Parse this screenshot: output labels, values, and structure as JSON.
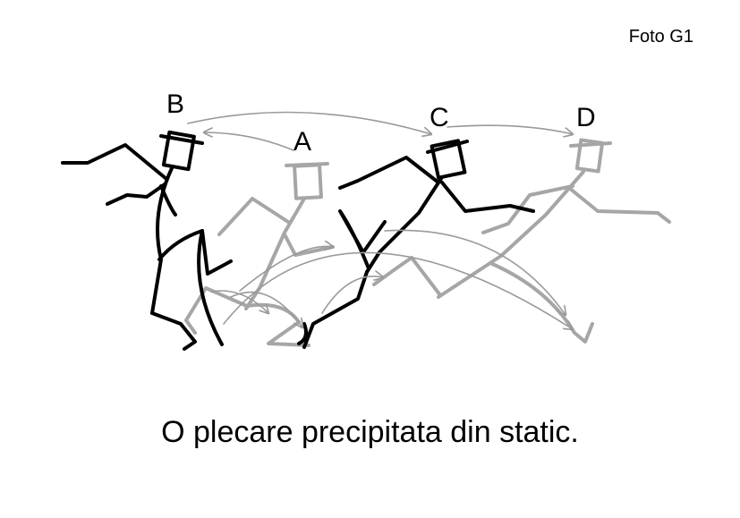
{
  "photo_id": "Foto G1",
  "labels": {
    "a": "A",
    "b": "B",
    "c": "C",
    "d": "D"
  },
  "caption": "O plecare precipitata din static.",
  "colors": {
    "front_figure": "#000000",
    "back_figure": "#a6a6a6",
    "arrow": "#9a9a9a"
  }
}
